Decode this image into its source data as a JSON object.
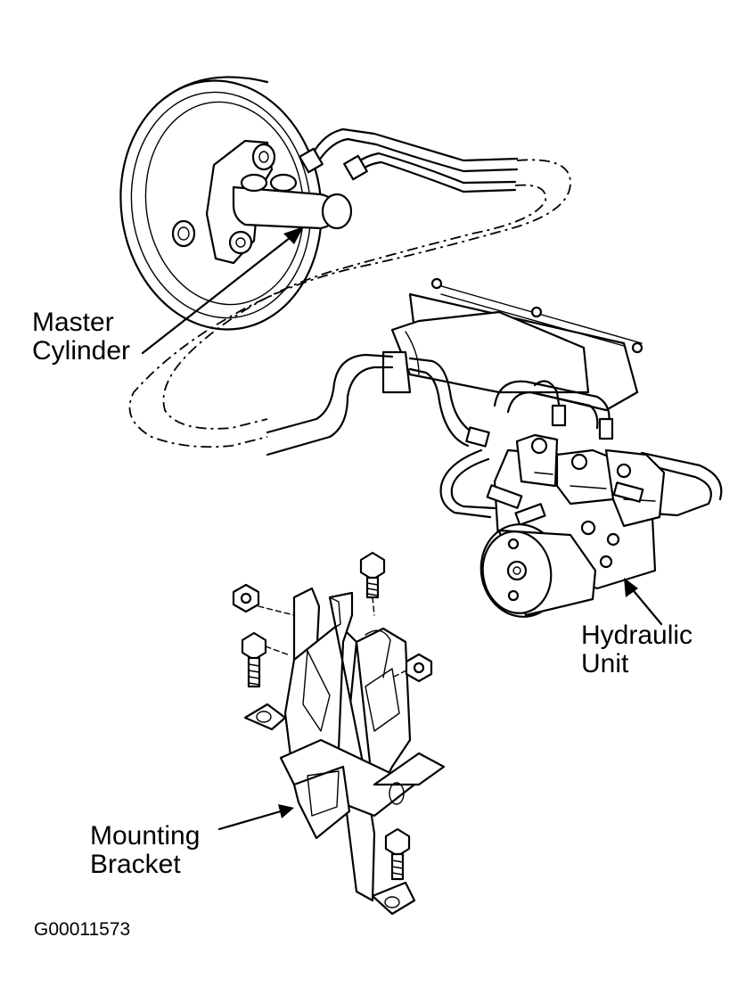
{
  "labels": {
    "master_line1": "Master",
    "master_line2": "Cylinder",
    "hydraulic_line1": "Hydraulic",
    "hydraulic_line2": "Unit",
    "bracket_line1": "Mounting",
    "bracket_line2": "Bracket"
  },
  "figure_id": "G00011573",
  "colors": {
    "ink": "#000000",
    "paper": "#ffffff"
  }
}
